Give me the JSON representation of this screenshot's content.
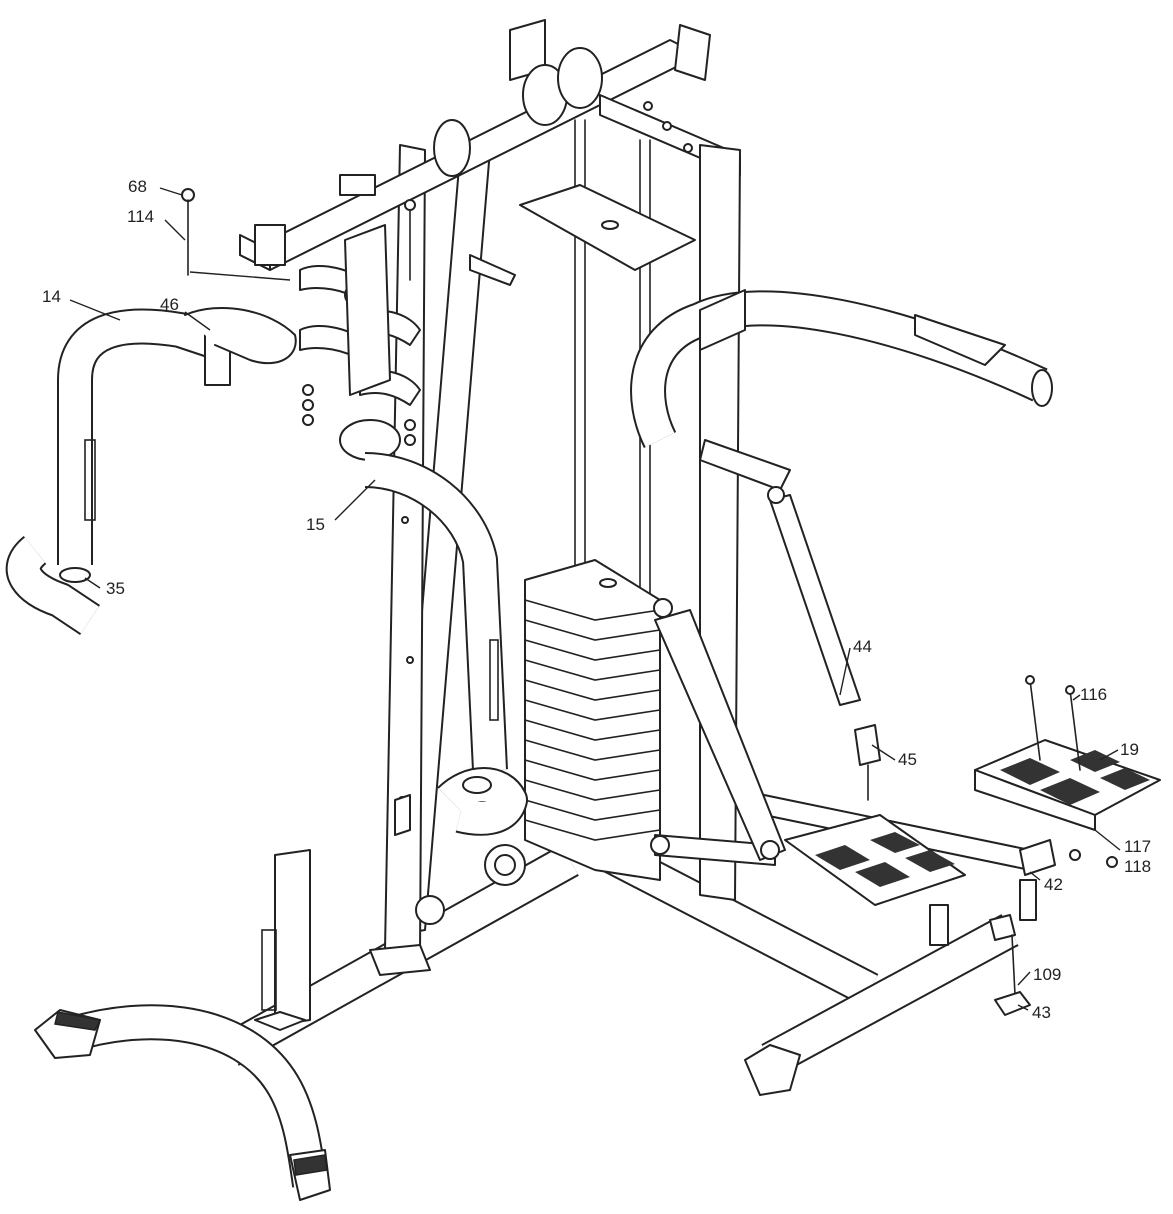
{
  "colors": {
    "line": "#222222",
    "background": "#ffffff"
  },
  "callouts": {
    "c68": {
      "label": "68"
    },
    "c114": {
      "label": "114"
    },
    "c14": {
      "label": "14"
    },
    "c46": {
      "label": "46"
    },
    "c15": {
      "label": "15"
    },
    "c35": {
      "label": "35"
    },
    "c44": {
      "label": "44"
    },
    "c45": {
      "label": "45"
    },
    "c116": {
      "label": "116"
    },
    "c19": {
      "label": "19"
    },
    "c117": {
      "label": "117"
    },
    "c118": {
      "label": "118"
    },
    "c42": {
      "label": "42"
    },
    "c109": {
      "label": "109"
    },
    "c43": {
      "label": "43"
    }
  }
}
